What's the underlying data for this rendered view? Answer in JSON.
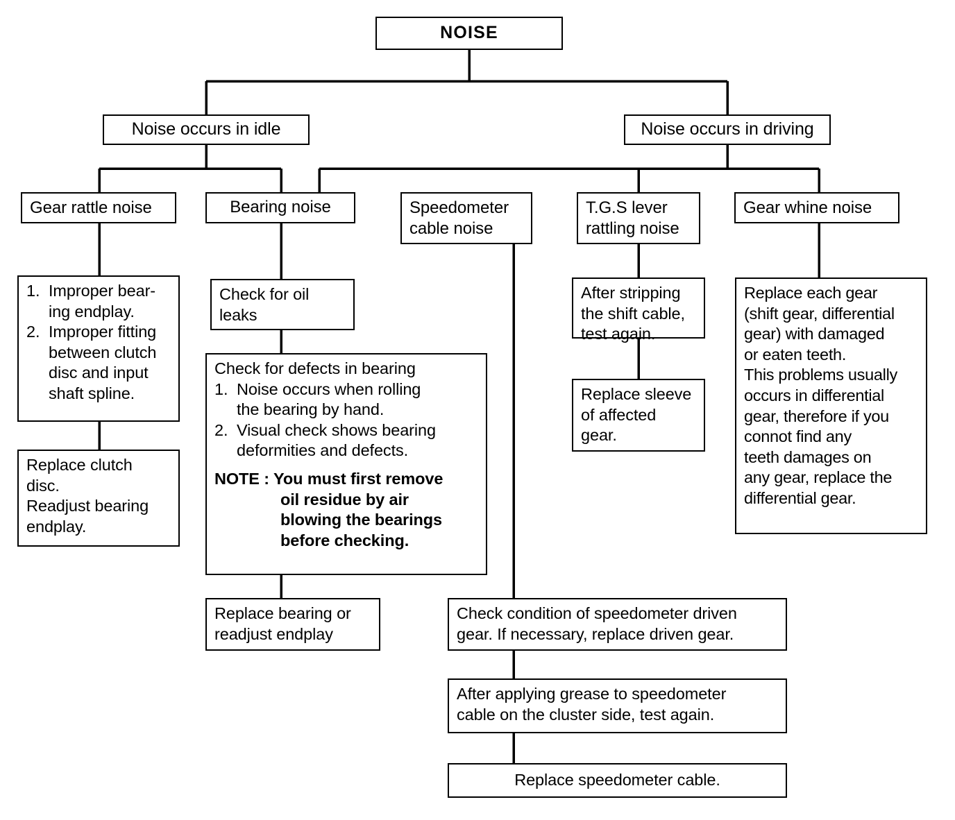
{
  "diagram": {
    "title": "NOISE",
    "type": "troubleshooting-flowchart",
    "root": "NOISE",
    "branches": {
      "idle": "Noise occurs in idle",
      "driving": "Noise occurs in driving"
    },
    "symptoms": {
      "gear_rattle": "Gear rattle noise",
      "bearing": "Bearing noise",
      "speedometer": "Speedometer\ncable noise",
      "speedometer_line1": "Speedometer",
      "speedometer_line2": "cable noise",
      "tgs_line1": "T.G.S lever",
      "tgs_line2": "rattling noise",
      "gear_whine": "Gear whine noise"
    },
    "gear_rattle_causes": {
      "item1_num": "1.",
      "item1_text": "Improper bear-\ning endplay.",
      "item1_line1": "Improper bear-",
      "item1_line2": "ing endplay.",
      "item2_num": "2.",
      "item2_line1": "Improper fitting",
      "item2_line2": "between clutch",
      "item2_line3": "disc and input",
      "item2_line4": "shaft spline."
    },
    "gear_rattle_action": {
      "line1": "Replace clutch",
      "line2": "disc.",
      "line3": "Readjust bearing",
      "line4": "endplay."
    },
    "bearing_check_oil": {
      "line1": "Check for oil",
      "line2": "leaks"
    },
    "bearing_defects": {
      "heading": "Check for defects in bearing",
      "item1_num": "1.",
      "item1_line1": "Noise occurs when rolling",
      "item1_line2": "the bearing by hand.",
      "item2_num": "2.",
      "item2_line1": "Visual check shows bearing",
      "item2_line2": "deformities and defects.",
      "note_label": "NOTE : ",
      "note_line1": "You must first remove",
      "note_line2": "oil residue by air",
      "note_line3": "blowing the bearings",
      "note_line4": "before checking."
    },
    "bearing_action": {
      "line1": "Replace bearing or",
      "line2": "readjust endplay"
    },
    "tgs_step1": {
      "line1": "After stripping",
      "line2": "the shift cable,",
      "line3": "test again."
    },
    "tgs_step2": {
      "line1": "Replace sleeve",
      "line2": "of affected",
      "line3": "gear."
    },
    "gear_whine_action": {
      "line1": "Replace each gear",
      "line2": "(shift gear, differential",
      "line3": "gear) with damaged",
      "line4": "or eaten teeth.",
      "line5": "This problems usually",
      "line6": "occurs in differential",
      "line7": "gear, therefore if you",
      "line8": "connot find any",
      "line9": "teeth damages on",
      "line10": "any gear, replace the",
      "line11": "differential gear."
    },
    "speedometer_step1": {
      "line1": "Check condition of speedometer driven",
      "line2": "gear. If necessary, replace driven gear."
    },
    "speedometer_step2": {
      "line1": "After applying grease to speedometer",
      "line2": "cable on the cluster side, test again."
    },
    "speedometer_step3": {
      "line1": "Replace speedometer cable."
    },
    "colors": {
      "stroke": "#000000",
      "fill": "#ffffff",
      "text": "#000000"
    }
  }
}
